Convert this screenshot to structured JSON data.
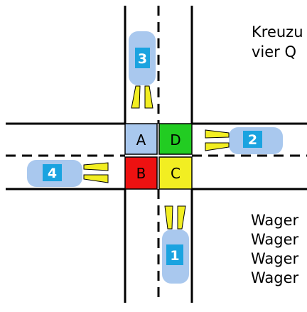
{
  "intro_lines": [
    "Kreuzu",
    "vier Q"
  ],
  "quadrants": [
    {
      "label": "A",
      "color": "#a9c8ee"
    },
    {
      "label": "D",
      "color": "#22cc22"
    },
    {
      "label": "B",
      "color": "#ee1111"
    },
    {
      "label": "C",
      "color": "#f2ee22"
    }
  ],
  "cars": [
    {
      "number": "3",
      "heading": "south"
    },
    {
      "number": "2",
      "heading": "west"
    },
    {
      "number": "4",
      "heading": "east"
    },
    {
      "number": "1",
      "heading": "north"
    }
  ],
  "car_legend": [
    "Wager",
    "Wager",
    "Wager",
    "Wager"
  ],
  "colors": {
    "car_body": "#a9c8ee",
    "car_badge": "#1aa3e0",
    "headlight": "#f2ee22",
    "road_line": "#000000"
  }
}
